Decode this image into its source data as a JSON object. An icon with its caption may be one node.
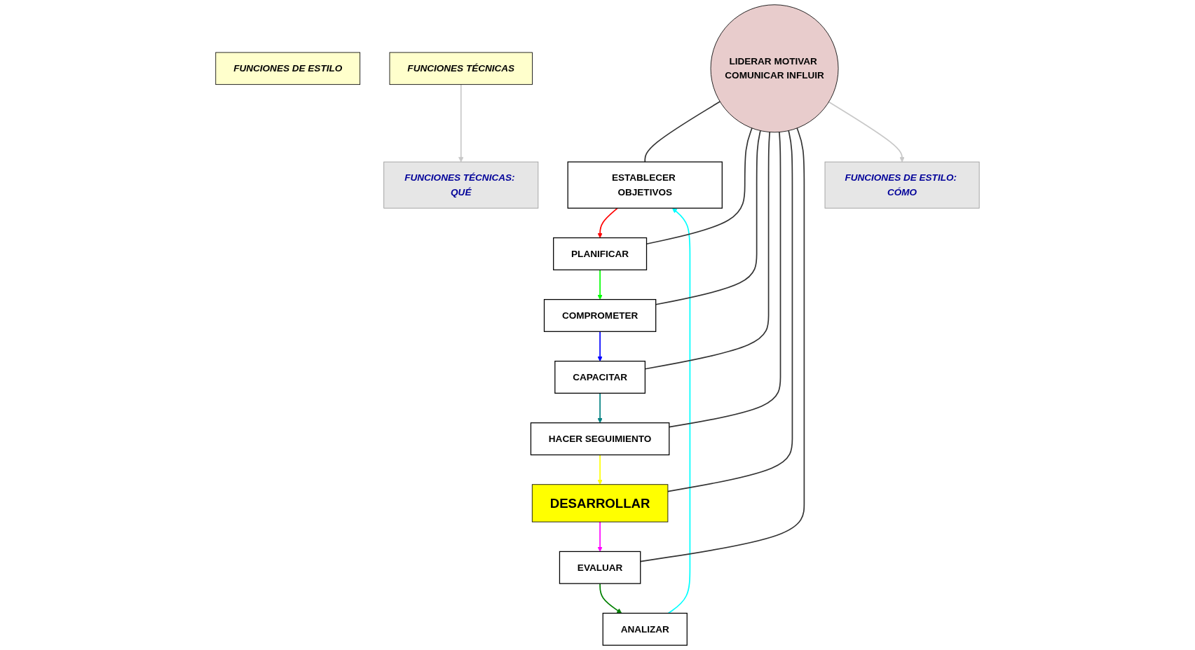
{
  "diagram": {
    "nodes": [
      {
        "text": [
          "ESTABLECER OBJETIVOS"
        ]
      },
      {
        "text": [
          "ANALIZAR"
        ]
      },
      {
        "text": [
          "PLANIFICAR"
        ]
      },
      {
        "text": [
          "FUNCIONES DE ESTILO: CÓMO"
        ]
      },
      {
        "text": [
          "FUNCIONES DE ESTILO"
        ]
      },
      {
        "text": [
          "LIDERAR MOTIVAR COMUNICAR INFLUIR"
        ]
      },
      {
        "text": [
          "EVALUAR"
        ]
      },
      {
        "text": [
          "COMPROMETER"
        ]
      },
      {
        "text": [
          "CAPACITAR"
        ]
      },
      {
        "text": [
          "DESARROLLAR"
        ]
      },
      {
        "text": [
          "FUNCIONES TÉCNICAS: QUÉ"
        ]
      },
      {
        "text": [
          "HACER SEGUIMIENTO"
        ]
      },
      {
        "text": [
          "FUNCIONES TÉCNICAS"
        ]
      }
    ],
    "edges": [
      {
        "from": 0,
        "to": 2,
        "arrow": "to",
        "color": "#ff0000"
      },
      {
        "from": 2,
        "to": 7,
        "arrow": "to",
        "color": "#00ff00"
      },
      {
        "from": 7,
        "to": 8,
        "arrow": "to",
        "color": "#0000ff"
      },
      {
        "from": 8,
        "to": 11,
        "arrow": "to",
        "color": "#008080"
      },
      {
        "from": 11,
        "to": 9,
        "arrow": "to",
        "color": "#ffff00"
      },
      {
        "from": 9,
        "to": 6,
        "arrow": "to",
        "color": "#ff00ff"
      },
      {
        "from": 6,
        "to": 1,
        "arrow": "to",
        "color": "#008000"
      },
      {
        "from": 1,
        "to": 0,
        "arrow": "to",
        "color": "#00ffff"
      },
      {
        "from": 5,
        "to": 0,
        "arrow": "none"
      },
      {
        "from": 5,
        "to": 2,
        "arrow": "none"
      },
      {
        "from": 5,
        "to": 7,
        "arrow": "none"
      },
      {
        "from": 5,
        "to": 8,
        "arrow": "none"
      },
      {
        "from": 5,
        "to": 11,
        "arrow": "none"
      },
      {
        "from": 5,
        "to": 9,
        "arrow": "none"
      },
      {
        "from": 5,
        "to": 6,
        "arrow": "none"
      },
      {
        "from": 5,
        "to": 3,
        "arrow": "to",
        "color": "#c8c8c8"
      },
      {
        "from": 12,
        "to": 10,
        "arrow": "to",
        "color": "#c8c8c8"
      }
    ]
  }
}
